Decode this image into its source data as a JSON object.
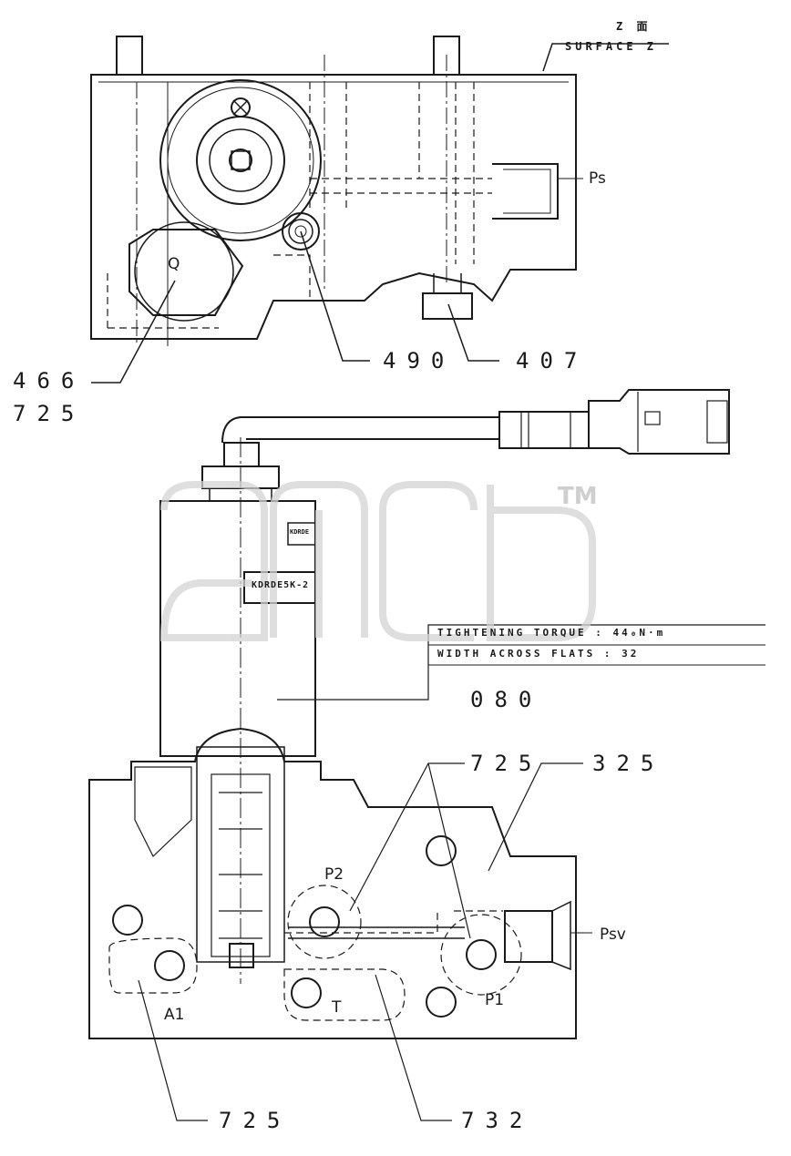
{
  "header": {
    "z_mark": "Z 面",
    "surface_label": "SURFACE Z"
  },
  "ports": {
    "ps": "Ps",
    "q": "Q",
    "p2": "P2",
    "psv": "Psv",
    "a1": "A1",
    "t": "T",
    "p1": "P1"
  },
  "callouts": {
    "c490": "490",
    "c407": "407",
    "c466": "466",
    "c725_left": "725",
    "c080": "080",
    "c725_mid": "725",
    "c325": "325",
    "c725_bottom": "725",
    "c732": "732"
  },
  "torque_note": {
    "line1": "TIGHTENING TORQUE  :  44₀N·m",
    "line2": "WIDTH ACROSS FLATS :  32"
  },
  "solenoid": {
    "nameplate": "KDRDE5K-2",
    "small_plate": "KDRDE"
  },
  "watermark": {
    "mark": "TM",
    "icon": "amb-logo-icon"
  }
}
